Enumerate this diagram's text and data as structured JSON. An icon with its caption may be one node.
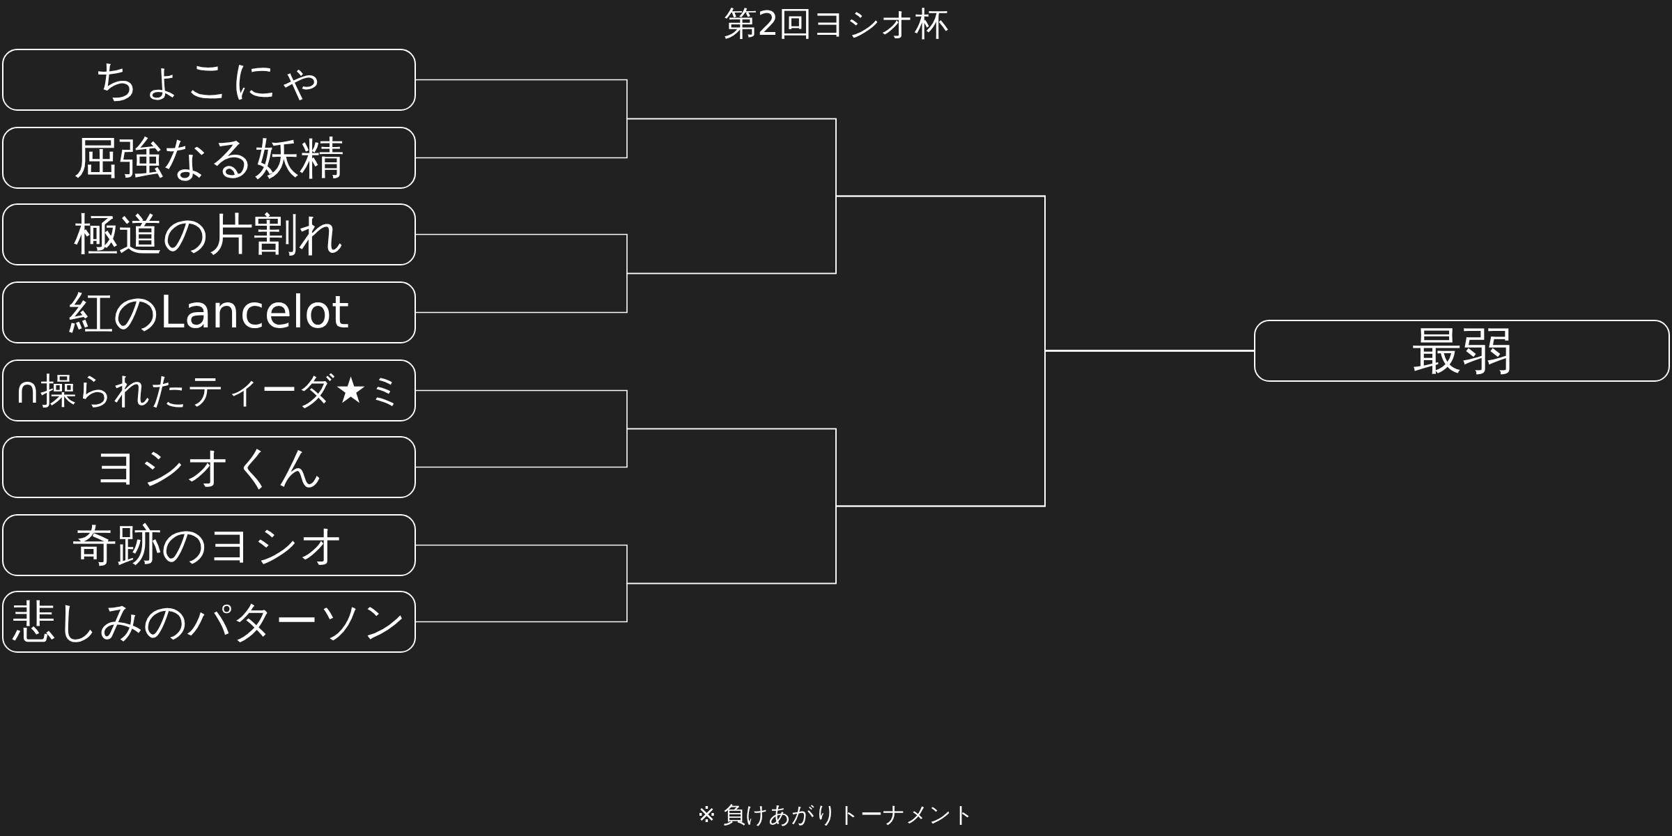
{
  "diagram": {
    "title": "第2回ヨシオ杯",
    "caption": "※ 負けあがりトーナメント",
    "nodes": [
      {
        "text": [
          "ちょこにゃ"
        ]
      },
      {
        "text": [
          "屈強なる妖精"
        ]
      },
      {
        "text": [
          "極道の片割れ"
        ]
      },
      {
        "text": [
          "紅のLancelot"
        ]
      },
      {
        "text": [
          "∩操られたティーダ★ミ"
        ]
      },
      {
        "text": [
          "ヨシオくん"
        ]
      },
      {
        "text": [
          "奇跡のヨシオ"
        ]
      },
      {
        "text": [
          "悲しみのパターソン"
        ]
      },
      {
        "text": [
          "最弱"
        ]
      }
    ],
    "edges": [
      {
        "from": 0,
        "to": 8,
        "arrow": "none"
      },
      {
        "from": 1,
        "to": 8,
        "arrow": "none"
      },
      {
        "from": 2,
        "to": 8,
        "arrow": "none"
      },
      {
        "from": 3,
        "to": 8,
        "arrow": "none"
      },
      {
        "from": 4,
        "to": 8,
        "arrow": "none"
      },
      {
        "from": 5,
        "to": 8,
        "arrow": "none"
      },
      {
        "from": 6,
        "to": 8,
        "arrow": "none"
      },
      {
        "from": 7,
        "to": 8,
        "arrow": "none"
      }
    ]
  }
}
